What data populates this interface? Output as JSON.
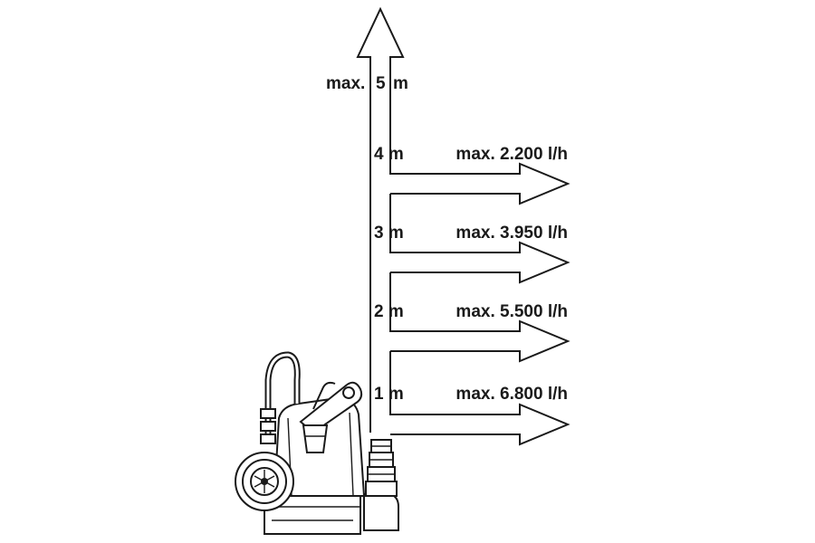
{
  "diagram": {
    "max_height_prefix": "max.",
    "max_height_value": "5",
    "max_height_unit": "m",
    "levels": [
      {
        "height": "4 m",
        "flow": "max. 2.200 l/h"
      },
      {
        "height": "3 m",
        "flow": "max. 3.950 l/h"
      },
      {
        "height": "2 m",
        "flow": "max. 5.500 l/h"
      },
      {
        "height": "1 m",
        "flow": "max. 6.800 l/h"
      }
    ]
  }
}
